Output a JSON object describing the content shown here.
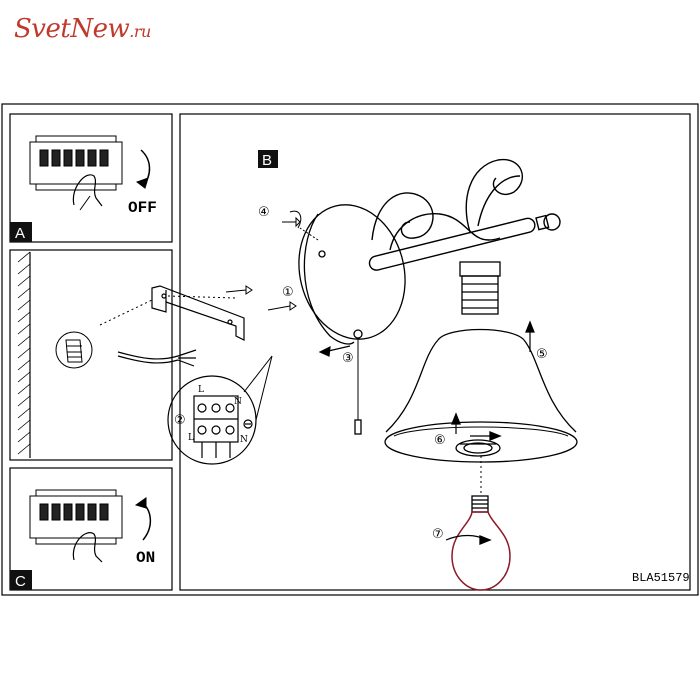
{
  "logo": {
    "text": "SvetNew",
    "domain": ".ru"
  },
  "panels": {
    "a": "A",
    "b": "B",
    "c": "C"
  },
  "switch": {
    "off": "OFF",
    "on": "ON"
  },
  "steps": [
    "①",
    "②",
    "③",
    "④",
    "⑤",
    "⑥",
    "⑦"
  ],
  "terminals": [
    "L",
    "N",
    "L",
    "N"
  ],
  "model_code": "BLA51579"
}
